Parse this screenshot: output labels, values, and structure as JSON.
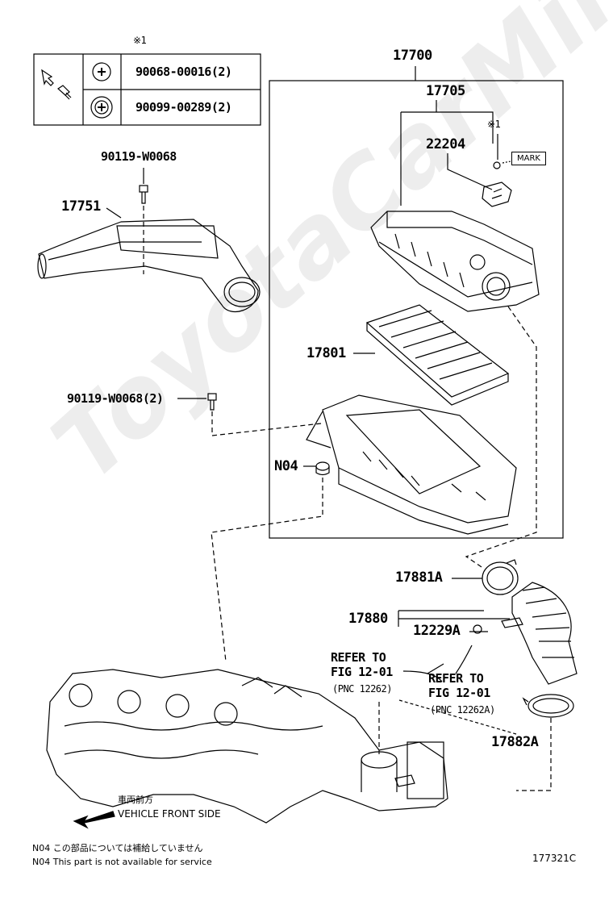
{
  "legend_table": {
    "marker": "※1",
    "rows": [
      {
        "part": "90068-00016(2)",
        "icon": "phillips-screw-icon"
      },
      {
        "part": "90099-00289(2)",
        "icon": "washer-screw-icon"
      }
    ]
  },
  "labels": {
    "assy": "17700",
    "cap": "17705",
    "sensor_marker": "※1",
    "sensor": "22204",
    "mark": "MARK",
    "bolt_top": "90119-W0068",
    "inlet": "17751",
    "element": "17801",
    "bolt_side": "90119-W0068(2)",
    "n04": "N04",
    "clamp_a": "17881A",
    "hose": "17880",
    "union": "12229A",
    "clamp_b": "17882A",
    "refer1_line1": "REFER TO",
    "refer1_line2": "FIG 12-01",
    "refer1_pnc": "(PNC 12262)",
    "refer2_line1": "REFER TO",
    "refer2_line2": "FIG 12-01",
    "refer2_pnc": "(PNC 12262A)"
  },
  "direction": {
    "jp": "車両前方",
    "en": "VEHICLE FRONT SIDE"
  },
  "footnotes": {
    "jp": "N04  この部品については補給していません",
    "en": "N04  This part is not available for service"
  },
  "figure_id": "177321C",
  "watermark": "ToyotaCarMir.ru"
}
